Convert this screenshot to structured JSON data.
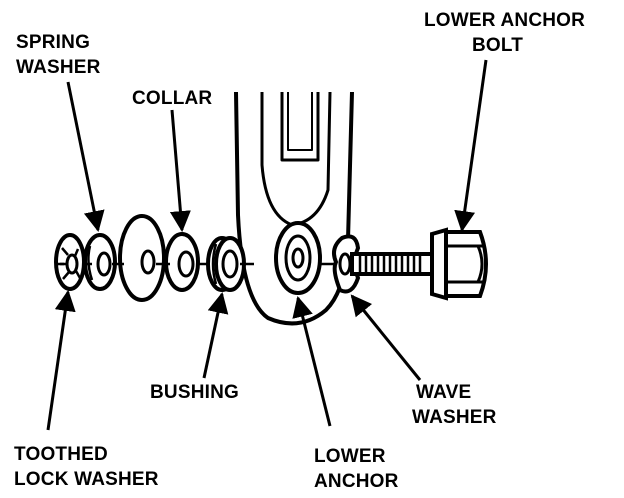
{
  "labels": {
    "spring_washer": [
      "SPRING",
      "WASHER"
    ],
    "collar": [
      "COLLAR"
    ],
    "lower_anchor_bolt": [
      "LOWER ANCHOR",
      "BOLT"
    ],
    "bushing": [
      "BUSHING"
    ],
    "wave_washer": [
      "WAVE",
      "WASHER"
    ],
    "toothed_lock_washer": [
      "TOOTHED",
      "LOCK WASHER"
    ],
    "lower_anchor": [
      "LOWER",
      "ANCHOR"
    ]
  },
  "colors": {
    "ink": "#000000",
    "paper": "#ffffff"
  }
}
